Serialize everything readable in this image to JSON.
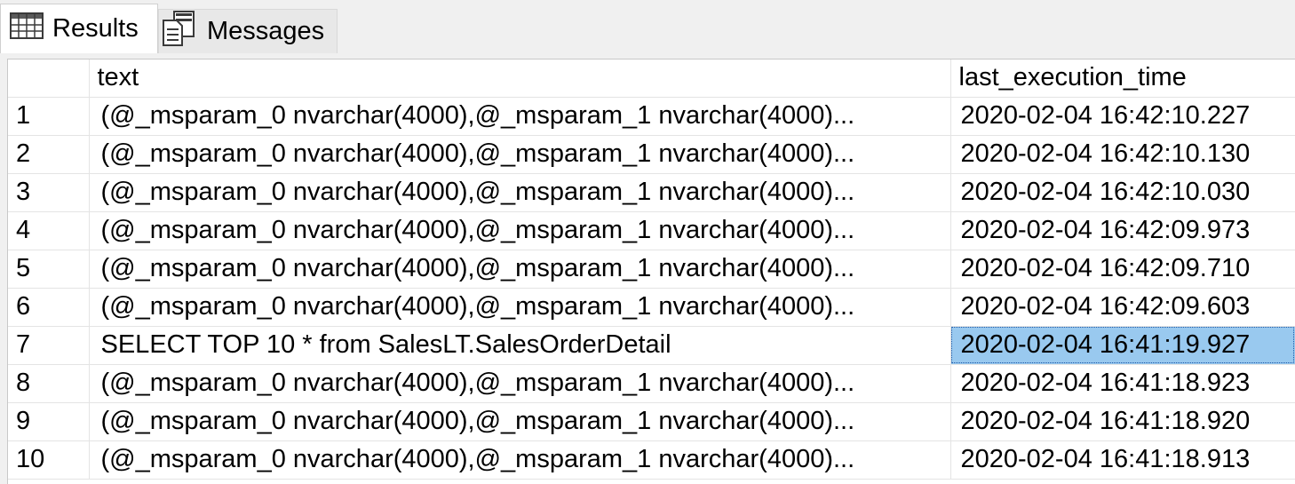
{
  "tabs": {
    "results_label": "Results",
    "messages_label": "Messages",
    "results_icon": "grid-icon",
    "messages_icon": "messages-icon"
  },
  "grid": {
    "columns": {
      "row_number": "",
      "text": "text",
      "last_execution_time": "last_execution_time"
    },
    "selected_row": 7,
    "selected_color": "#99c9ef",
    "rows": [
      {
        "n": "1",
        "text": "(@_msparam_0 nvarchar(4000),@_msparam_1 nvarchar(4000)...",
        "time": "2020-02-04 16:42:10.227"
      },
      {
        "n": "2",
        "text": "(@_msparam_0 nvarchar(4000),@_msparam_1 nvarchar(4000)...",
        "time": "2020-02-04 16:42:10.130"
      },
      {
        "n": "3",
        "text": "(@_msparam_0 nvarchar(4000),@_msparam_1 nvarchar(4000)...",
        "time": "2020-02-04 16:42:10.030"
      },
      {
        "n": "4",
        "text": "(@_msparam_0 nvarchar(4000),@_msparam_1 nvarchar(4000)...",
        "time": "2020-02-04 16:42:09.973"
      },
      {
        "n": "5",
        "text": "(@_msparam_0 nvarchar(4000),@_msparam_1 nvarchar(4000)...",
        "time": "2020-02-04 16:42:09.710"
      },
      {
        "n": "6",
        "text": "(@_msparam_0 nvarchar(4000),@_msparam_1 nvarchar(4000)...",
        "time": "2020-02-04 16:42:09.603"
      },
      {
        "n": "7",
        "text": "SELECT TOP 10 * from SalesLT.SalesOrderDetail",
        "time": "2020-02-04 16:41:19.927"
      },
      {
        "n": "8",
        "text": "(@_msparam_0 nvarchar(4000),@_msparam_1 nvarchar(4000)...",
        "time": "2020-02-04 16:41:18.923"
      },
      {
        "n": "9",
        "text": "(@_msparam_0 nvarchar(4000),@_msparam_1 nvarchar(4000)...",
        "time": "2020-02-04 16:41:18.920"
      },
      {
        "n": "10",
        "text": "(@_msparam_0 nvarchar(4000),@_msparam_1 nvarchar(4000)...",
        "time": "2020-02-04 16:41:18.913"
      }
    ]
  }
}
